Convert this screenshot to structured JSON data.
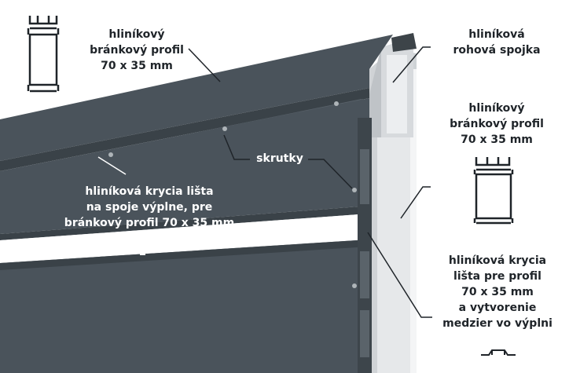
{
  "labels": {
    "gate_profile_top": [
      "hliníkový",
      "bránkový profil",
      "70 x 35 mm"
    ],
    "corner_joint": [
      "hliníková",
      "rohová spojka"
    ],
    "gate_profile_right": [
      "hliníkový",
      "bránkový profil",
      "70 x 35 mm"
    ],
    "screws": "skrutky",
    "cover_strip_joint": [
      "hliníková krycia lišta",
      "na spoje výplne, pre",
      "bránkový profil 70 x 35 mm"
    ],
    "cover_strip_gaps": [
      "hliníková krycia",
      "lišta pre profil",
      "70 x 35 mm",
      "a vytvorenie",
      "medzier vo výplni"
    ]
  },
  "icons": {
    "gate_profile_top": "profile-section-icon",
    "gate_profile_right": "profile-section-icon",
    "cover_strip_mid": "strip-section-icon",
    "cover_strip_bottom": "strip-section-icon"
  },
  "colors": {
    "panel": "#4a535b",
    "panel_edge": "#3a4248",
    "frame": "#e4e6e8",
    "leader": "#1f2429",
    "label_on_panel": "#ffffff",
    "label_on_white": "#1f2429"
  }
}
